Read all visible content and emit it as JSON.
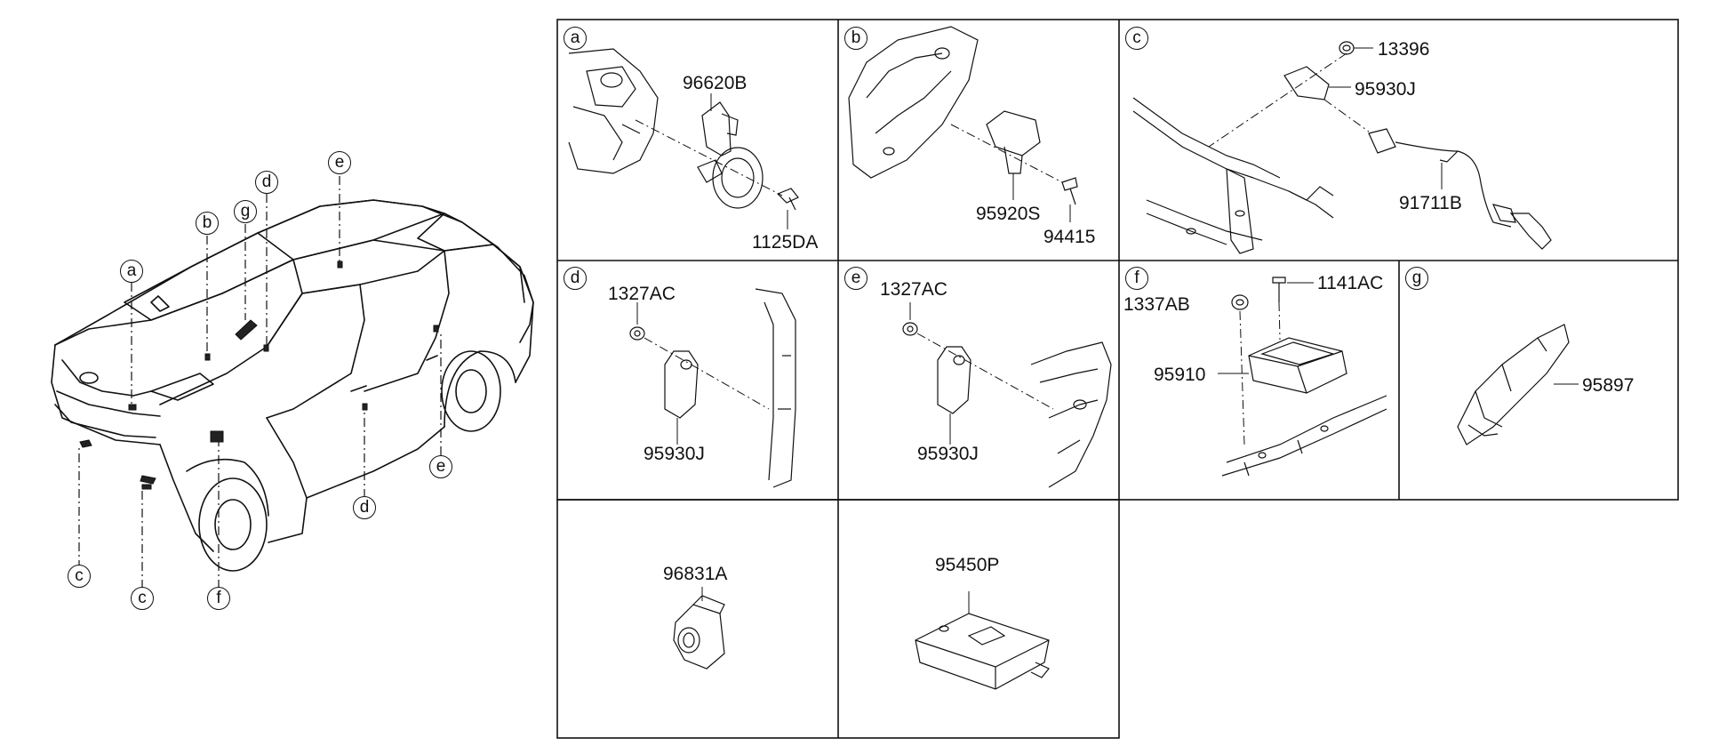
{
  "car_callouts": {
    "a": "a",
    "b": "b",
    "c1": "c",
    "c2": "c",
    "d_top": "d",
    "d_bottom": "d",
    "e_top": "e",
    "e_bottom": "e",
    "f": "f",
    "g": "g"
  },
  "panels": {
    "a": {
      "letter": "a",
      "parts": [
        "96620B",
        "1125DA"
      ]
    },
    "b": {
      "letter": "b",
      "parts": [
        "95920S",
        "94415"
      ]
    },
    "c": {
      "letter": "c",
      "parts": [
        "13396",
        "95930J",
        "91711B"
      ]
    },
    "d": {
      "letter": "d",
      "parts": [
        "1327AC",
        "95930J"
      ]
    },
    "e": {
      "letter": "e",
      "parts": [
        "1327AC",
        "95930J"
      ]
    },
    "f": {
      "letter": "f",
      "parts": [
        "1337AB",
        "1141AC",
        "95910"
      ]
    },
    "g": {
      "letter": "g",
      "parts": [
        "95897"
      ]
    },
    "h": {
      "parts": [
        "96831A"
      ]
    },
    "i": {
      "parts": [
        "95450P"
      ]
    }
  },
  "colors": {
    "line": "#111111",
    "background": "#ffffff",
    "fill_dark": "#222222"
  }
}
